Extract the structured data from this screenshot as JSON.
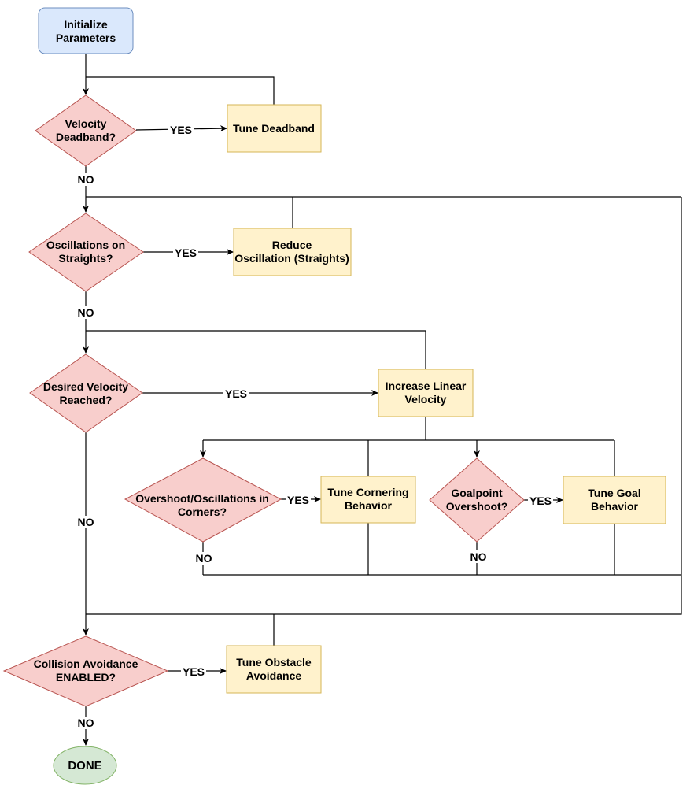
{
  "colors": {
    "start_fill": "#dae8fc",
    "start_stroke": "#6c8ebf",
    "decision_fill": "#f8cecc",
    "decision_stroke": "#b85450",
    "process_fill": "#fff2cc",
    "process_stroke": "#d6b656",
    "end_fill": "#d5e8d4",
    "end_stroke": "#82b366",
    "line": "#000000"
  },
  "nodes": {
    "init": [
      "Initialize",
      "Parameters"
    ],
    "velocity_deadband": [
      "Velocity",
      "Deadband?"
    ],
    "tune_deadband": [
      "Tune Deadband"
    ],
    "oscillations_straights": [
      "Oscillations on",
      "Straights?"
    ],
    "reduce_oscillation": [
      "Reduce",
      "Oscillation (Straights)"
    ],
    "desired_velocity": [
      "Desired Velocity",
      "Reached?"
    ],
    "increase_velocity": [
      "Increase Linear",
      "Velocity"
    ],
    "overshoot_corners": [
      "Overshoot/Oscillations in",
      "Corners?"
    ],
    "tune_cornering": [
      "Tune Cornering",
      "Behavior"
    ],
    "goalpoint_overshoot": [
      "Goalpoint",
      "Overshoot?"
    ],
    "tune_goal": [
      "Tune Goal",
      "Behavior"
    ],
    "collision_avoidance": [
      "Collision Avoidance",
      "ENABLED?"
    ],
    "tune_obstacle": [
      "Tune Obstacle",
      "Avoidance"
    ],
    "done": [
      "DONE"
    ]
  },
  "edge_labels": {
    "yes_deadband": "YES",
    "no_deadband": "NO",
    "yes_straights": "YES",
    "no_straights": "NO",
    "yes_velocity": "YES",
    "no_velocity": "NO",
    "yes_corners": "YES",
    "no_corners": "NO",
    "yes_goalpoint": "YES",
    "no_goalpoint": "NO",
    "yes_collision": "YES",
    "no_collision": "NO"
  }
}
